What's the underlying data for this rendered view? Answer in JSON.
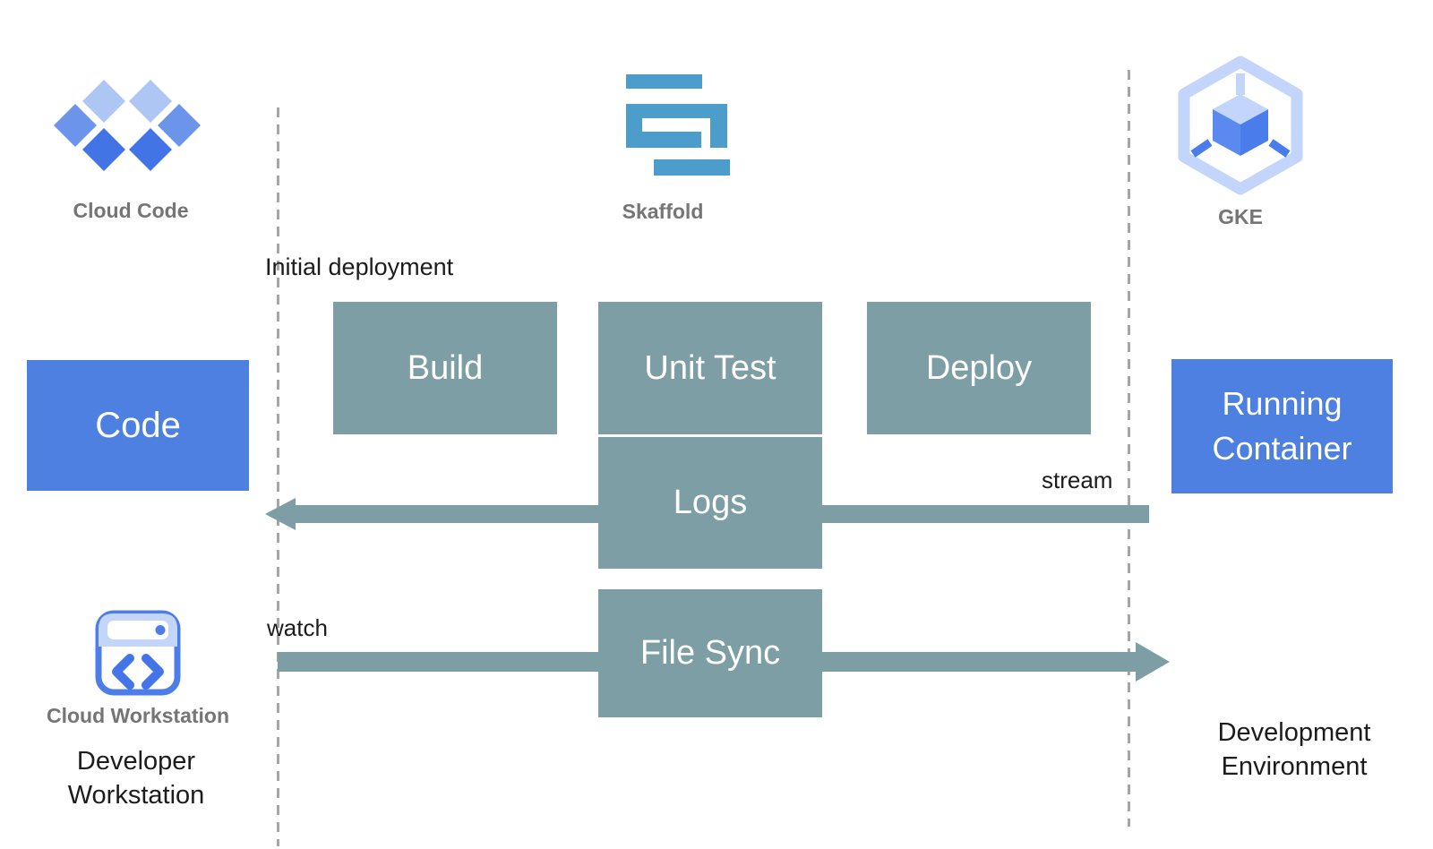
{
  "colors": {
    "primary_blue": "#4e80e1",
    "step_teal": "#7d9ea5",
    "skaffold_blue": "#4c9dcb",
    "cloud_code_light": "#aec6f4",
    "cloud_code_medium": "#6b94ea",
    "cloud_code_dark": "#4274e5",
    "gke_outline_blue": "#c3d5fa",
    "gke_face_blue": "#4a7deb",
    "caption_gray": "#757575",
    "text_black": "#1c1c1c",
    "divider_gray": "#a6a6a6"
  },
  "header": {
    "cloud_code_label": "Cloud Code",
    "skaffold_label": "Skaffold",
    "gke_label": "GKE"
  },
  "flow": {
    "code": "Code",
    "build": "Build",
    "unit_test": "Unit Test",
    "deploy": "Deploy",
    "logs": "Logs",
    "file_sync": "File Sync",
    "running_container": "Running Container"
  },
  "annotations": {
    "initial_deployment": "Initial deployment",
    "stream": "stream",
    "watch": "watch"
  },
  "footer": {
    "cloud_workstation_label": "Cloud Workstation",
    "developer_workstation": "Developer\nWorkstation",
    "development_environment": "Development\nEnvironment"
  }
}
